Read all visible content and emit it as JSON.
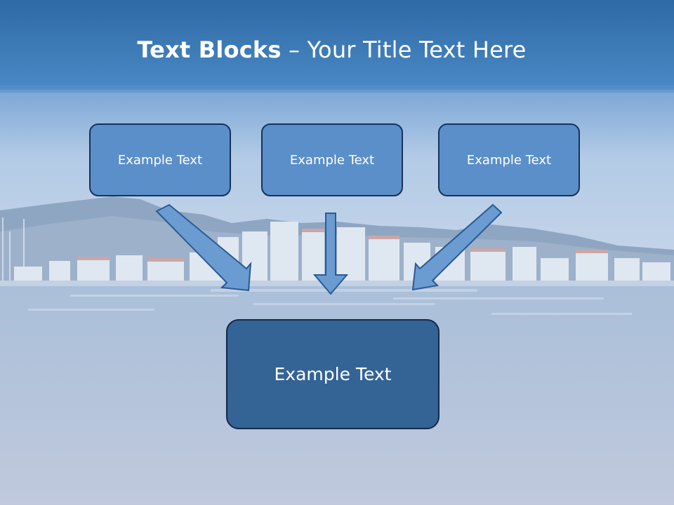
{
  "slide": {
    "title_bold": "Text Blocks",
    "title_rest": "– Your Title Text Here",
    "blocks": [
      {
        "label": "Example Text"
      },
      {
        "label": "Example Text"
      },
      {
        "label": "Example Text"
      }
    ],
    "target_block": {
      "label": "Example Text"
    }
  },
  "colors": {
    "header_blue": "#3f7fbf",
    "block_fill": "#5b8fc9",
    "target_fill": "#346396",
    "arrow_fill": "#6a9bd1",
    "outline": "#16325a"
  }
}
